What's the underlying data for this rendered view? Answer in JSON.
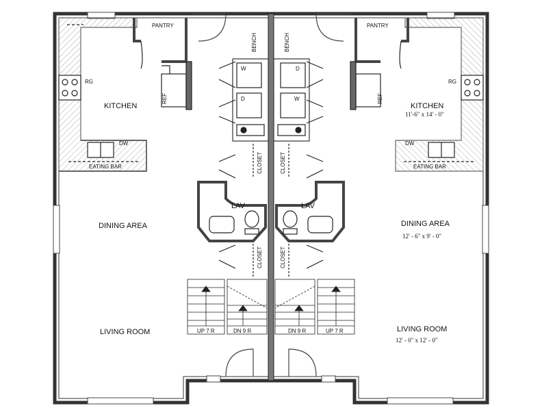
{
  "labels": {
    "pantry": "PANTRY",
    "bench": "BENCH",
    "rg": "RG",
    "ref": "REF",
    "kitchen": "KITCHEN",
    "kitchen_dim": "11'-6\" x 14' - 0\"",
    "dw": "DW",
    "eating_bar": "EATING BAR",
    "closet": "CLOSET",
    "lav": "LAV",
    "dining": "DINING AREA",
    "dining_dim": "12' - 6\" x 9' - 0\"",
    "living": "LIVING ROOM",
    "living_dim": "12' - 0\" x 12' - 0\"",
    "up": "UP 7 R",
    "dn": "DN 9 R",
    "washer": "W",
    "dryer": "D"
  },
  "colors": {
    "wall": "#555555",
    "line": "#222222",
    "hatch": "#999999"
  }
}
